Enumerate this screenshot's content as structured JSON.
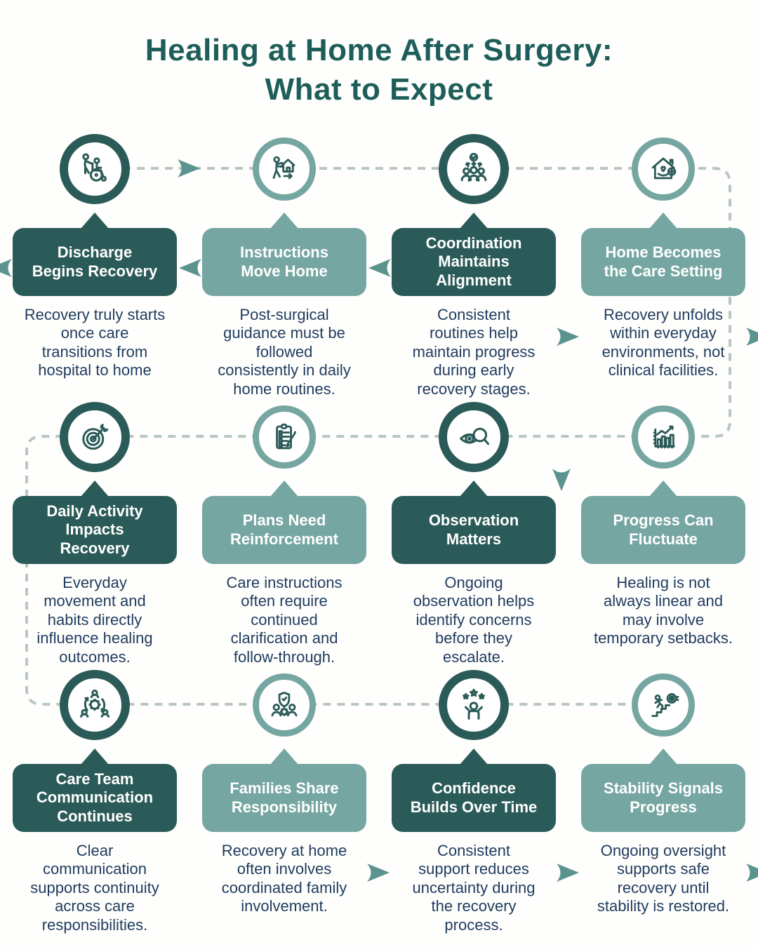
{
  "title": {
    "line1": "Healing at Home After Surgery:",
    "line2": "What to Expect"
  },
  "steps": [
    {
      "icon": "wheelchair-discharge-icon",
      "label": "Discharge\nBegins Recovery",
      "description": "Recovery truly starts\nonce care\ntransitions from\nhospital to home"
    },
    {
      "icon": "carry-home-icon",
      "label": "Instructions\nMove Home",
      "description": "Post-surgical\nguidance must be\nfollowed\nconsistently in daily\nhome routines."
    },
    {
      "icon": "team-alignment-icon",
      "label": "Coordination\nMaintains\nAlignment",
      "description": "Consistent\nroutines help\nmaintain progress\nduring early\nrecovery stages."
    },
    {
      "icon": "home-care-icon",
      "label": "Home Becomes\nthe Care Setting",
      "description": "Recovery unfolds\nwithin everyday\nenvironments, not\nclinical facilities."
    },
    {
      "icon": "target-dart-icon",
      "label": "Daily Activity\nImpacts\nRecovery",
      "description": "Everyday\nmovement and\nhabits directly\ninfluence healing\noutcomes."
    },
    {
      "icon": "checklist-pencil-icon",
      "label": "Plans Need\nReinforcement",
      "description": "Care instructions\noften require\ncontinued\nclarification and\nfollow-through."
    },
    {
      "icon": "eye-magnifier-icon",
      "label": "Observation\nMatters",
      "description": "Ongoing\nobservation helps\nidentify concerns\nbefore they\nescalate."
    },
    {
      "icon": "bar-chart-trend-icon",
      "label": "Progress Can\nFluctuate",
      "description": "Healing is not\nalways linear and\nmay involve\ntemporary setbacks."
    },
    {
      "icon": "team-sync-icon",
      "label": "Care Team\nCommunication\nContinues",
      "description": "Clear\ncommunication\nsupports continuity\nacross care\nresponsibilities."
    },
    {
      "icon": "family-shield-icon",
      "label": "Families Share\nResponsibility",
      "description": "Recovery at home\noften involves\ncoordinated family\ninvolvement."
    },
    {
      "icon": "celebration-stars-icon",
      "label": "Confidence\nBuilds Over Time",
      "description": "Consistent\nsupport reduces\nuncertainty during\nthe recovery\nprocess."
    },
    {
      "icon": "stairs-target-icon",
      "label": "Stability Signals\nProgress",
      "description": "Ongoing oversight\nsupports safe\nrecovery until\nstability is restored."
    }
  ],
  "colors": {
    "background": "#FEFEFC",
    "title": "#1E5E5A",
    "dark_teal": "#2B5B58",
    "light_teal": "#76A6A2",
    "description": "#1F3B5E",
    "connector_dash": "#B8C6C2",
    "arrowhead": "#5B938E",
    "icon_stroke": "#2B5B58",
    "label_text": "#FFFFFF"
  }
}
